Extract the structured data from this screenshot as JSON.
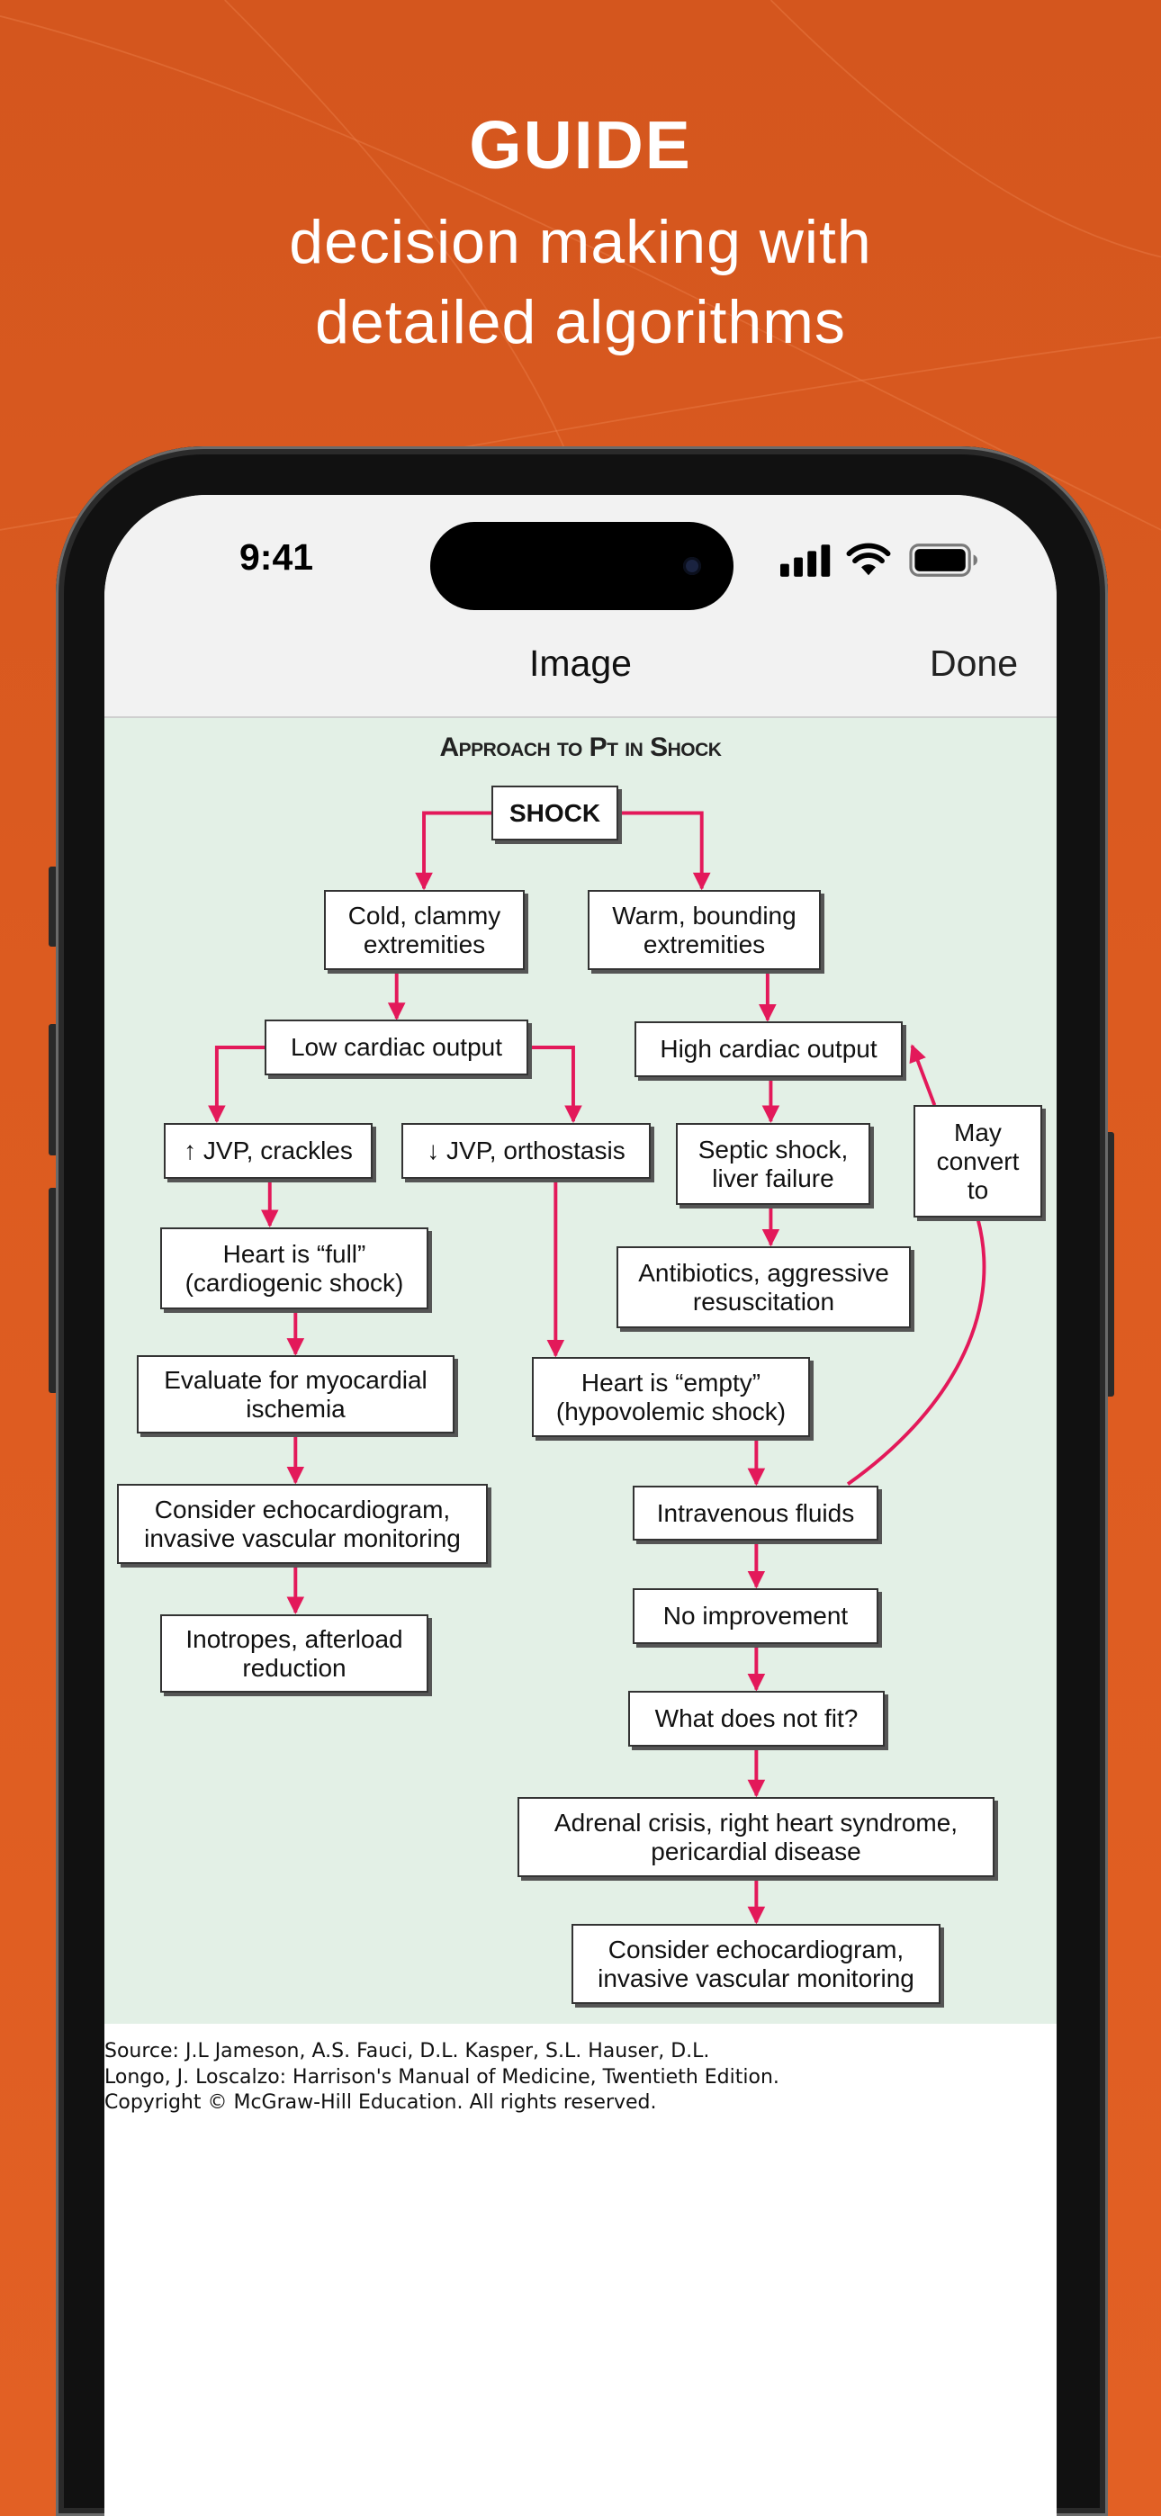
{
  "promo": {
    "title": "GUIDE",
    "subtitle": "decision making with\ndetailed algorithms"
  },
  "colors": {
    "background": "#da5a1f",
    "arrow": "#e3195a",
    "diagram_bg": "#e3f0e6"
  },
  "status_bar": {
    "time": "9:41",
    "icons": [
      "cellular-signal-icon",
      "wifi-icon",
      "battery-icon"
    ]
  },
  "nav": {
    "title": "Image",
    "done": "Done"
  },
  "diagram": {
    "title": "Approach to Pt in Shock",
    "nodes": {
      "shock": "SHOCK",
      "cold": "Cold, clammy\nextremities",
      "warm": "Warm, bounding\nextremities",
      "low": "Low cardiac output",
      "high": "High cardiac output",
      "jvp_up": "↑ JVP, crackles",
      "jvp_down": "↓ JVP, orthostasis",
      "septic": "Septic shock,\nliver failure",
      "may": "May\nconvert\nto",
      "full": "Heart is “full”\n(cardiogenic shock)",
      "antibiotics": "Antibiotics, aggressive\nresuscitation",
      "evaluate": "Evaluate for myocardial\nischemia",
      "empty": "Heart is “empty”\n(hypovolemic shock)",
      "echo_left": "Consider echocardiogram,\ninvasive vascular monitoring",
      "iv": "Intravenous fluids",
      "inotropes": "Inotropes, afterload\nreduction",
      "no_improvement": "No improvement",
      "not_fit": "What does not fit?",
      "adrenal": "Adrenal crisis, right heart syndrome,\npericardial disease",
      "echo_right": "Consider echocardiogram,\ninvasive vascular monitoring"
    }
  },
  "source": "Source: J.L Jameson, A.S. Fauci, D.L. Kasper, S.L. Hauser, D.L.\nLongo, J. Loscalzo: Harrison's Manual of Medicine, Twentieth Edition.\nCopyright © McGraw-Hill Education. All rights reserved."
}
